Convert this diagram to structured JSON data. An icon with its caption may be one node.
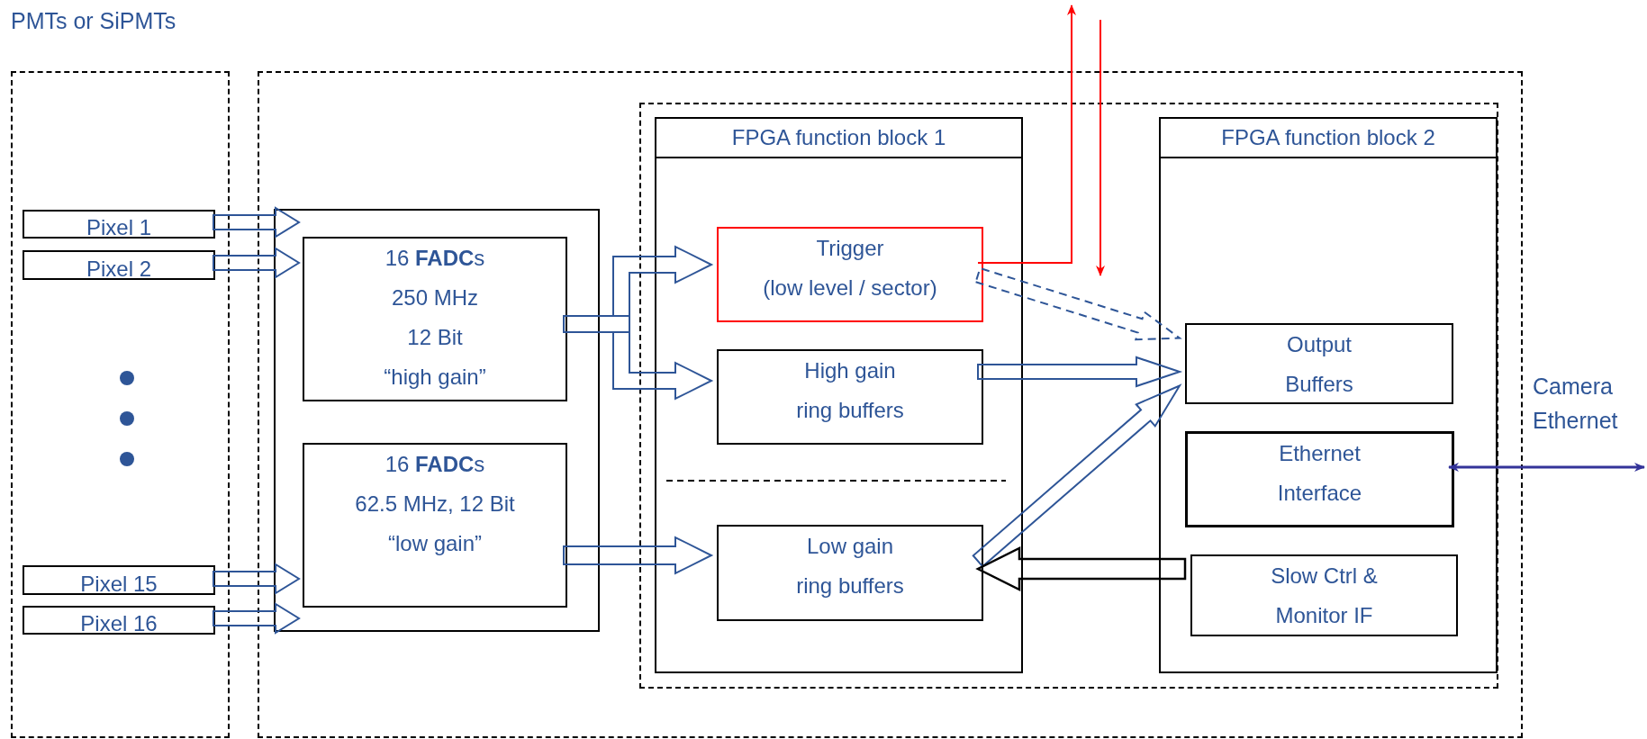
{
  "diagram": {
    "nodes": [
      {
        "text": [],
        "shape": "box"
      },
      {
        "text": [
          "Pixel 1"
        ],
        "in": 0
      },
      {
        "text": [
          "Pixel 2"
        ],
        "in": 0
      },
      {
        "text": [
          "Pixel 15"
        ],
        "in": 0
      },
      {
        "text": [
          "Pixel 16"
        ],
        "in": 0
      },
      {
        "text": [],
        "shape": "box"
      },
      {
        "text": [],
        "shape": "box",
        "in": 5
      },
      {
        "text": [
          "16 **FADC**s",
          "250 MHz",
          "12 Bit",
          "“high gain”"
        ],
        "in": 6
      },
      {
        "text": [
          "16 **FADC**s",
          "62.5 MHz, 12 Bit",
          "“low gain”"
        ],
        "in": 6
      },
      {
        "text": [],
        "shape": "box",
        "in": 5
      },
      {
        "text": [
          "FPGA function block 1"
        ],
        "in": 9
      },
      {
        "text": [
          "Trigger",
          "(low level / sector)"
        ],
        "in": 10
      },
      {
        "text": [
          "High gain",
          "ring buffers"
        ],
        "in": 10
      },
      {
        "text": [
          "Low gain",
          "ring buffers"
        ],
        "in": 10
      },
      {
        "text": [
          "FPGA function block 2"
        ],
        "in": 9
      },
      {
        "text": [
          "Output",
          "Buffers"
        ],
        "in": 14
      },
      {
        "text": [
          "Ethernet",
          "Interface"
        ],
        "in": 14
      },
      {
        "text": [
          "Slow Ctrl &",
          "Monitor IF"
        ],
        "in": 14
      }
    ],
    "edges": [
      {
        "from": 1,
        "to": 7,
        "arrow": "to"
      },
      {
        "from": 2,
        "to": 7,
        "arrow": "to"
      },
      {
        "from": 3,
        "to": 8,
        "arrow": "to"
      },
      {
        "from": 4,
        "to": 8,
        "arrow": "to"
      },
      {
        "from": 7,
        "to": 11,
        "arrow": "to"
      },
      {
        "from": 7,
        "to": 12,
        "arrow": "to"
      },
      {
        "from": 8,
        "to": 13,
        "arrow": "to"
      },
      {
        "from": 11,
        "to": 15,
        "arrow": "to",
        "style": "dashed"
      },
      {
        "from": 12,
        "to": 15,
        "arrow": "to"
      },
      {
        "from": 13,
        "to": 15,
        "arrow": "to"
      },
      {
        "from": 17,
        "to": 13,
        "arrow": "to",
        "color": "#000000"
      },
      {
        "from": 11,
        "to": null,
        "arrow": "to",
        "color": "#ff0000"
      },
      {
        "from": 16,
        "to": null,
        "arrow": "both",
        "color": "#333399"
      }
    ],
    "labels": [
      "PMTs or SiPMTs",
      "Camera Ethernet"
    ]
  }
}
